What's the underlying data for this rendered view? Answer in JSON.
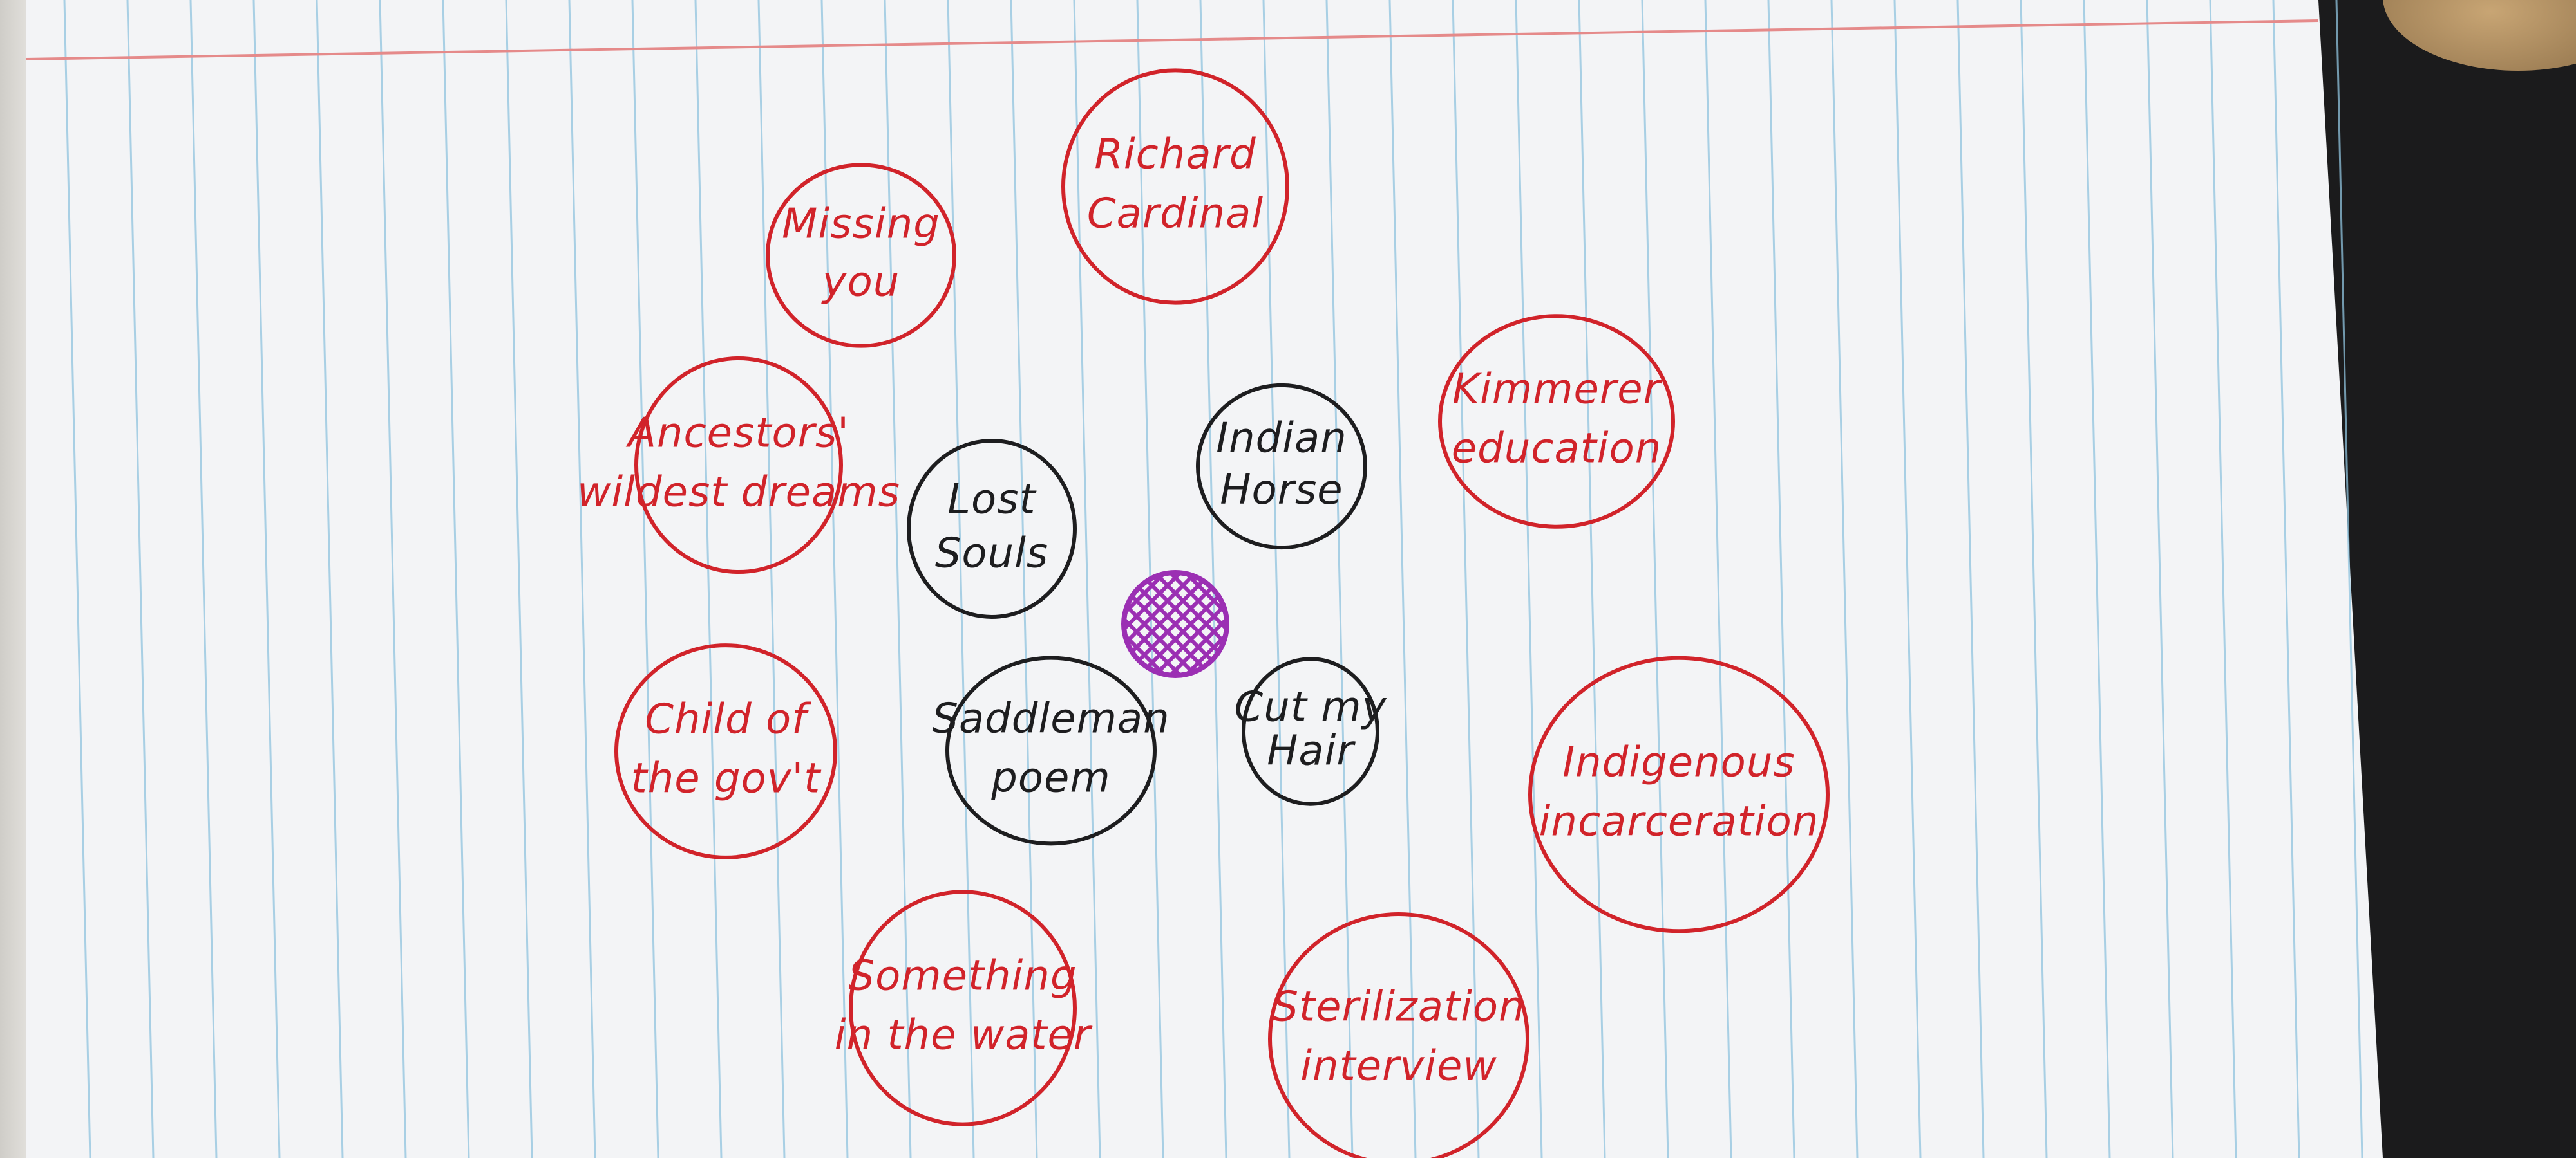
{
  "colors": {
    "outer_ink": "#d1232a",
    "inner_ink": "#1d1d1f",
    "center_ink": "#9b2fb3",
    "paper": "#f3f4f6",
    "rule_line": "#8fc3de",
    "margin_line": "#e58a8a"
  },
  "diagram": {
    "center": {
      "shape": "cross-hatched circle"
    },
    "inner_bubbles": [
      {
        "id": "lost-souls",
        "lines": [
          "Lost",
          "Souls"
        ]
      },
      {
        "id": "indian-horse",
        "lines": [
          "Indian",
          "Horse"
        ]
      },
      {
        "id": "saddleman-poem",
        "lines": [
          "Saddleman",
          "poem"
        ]
      },
      {
        "id": "cut-my-hair",
        "lines": [
          "Cut my",
          "Hair"
        ]
      }
    ],
    "outer_bubbles": [
      {
        "id": "richard-cardinal",
        "lines": [
          "Richard",
          "Cardinal"
        ]
      },
      {
        "id": "missing-you",
        "lines": [
          "Missing",
          "you"
        ]
      },
      {
        "id": "kimmerer-education",
        "lines": [
          "Kimmerer",
          "education"
        ]
      },
      {
        "id": "ancestors-wildest-dreams",
        "lines": [
          "Ancestors'",
          "wildest dreams"
        ]
      },
      {
        "id": "child-of-the-govt",
        "lines": [
          "Child of",
          "the gov't"
        ]
      },
      {
        "id": "indigenous-incarceration",
        "lines": [
          "Indigenous",
          "incarceration"
        ]
      },
      {
        "id": "something-in-the-water",
        "lines": [
          "Something",
          "in the water"
        ]
      },
      {
        "id": "sterilization-interview",
        "lines": [
          "Sterilization",
          "interview"
        ]
      }
    ]
  }
}
